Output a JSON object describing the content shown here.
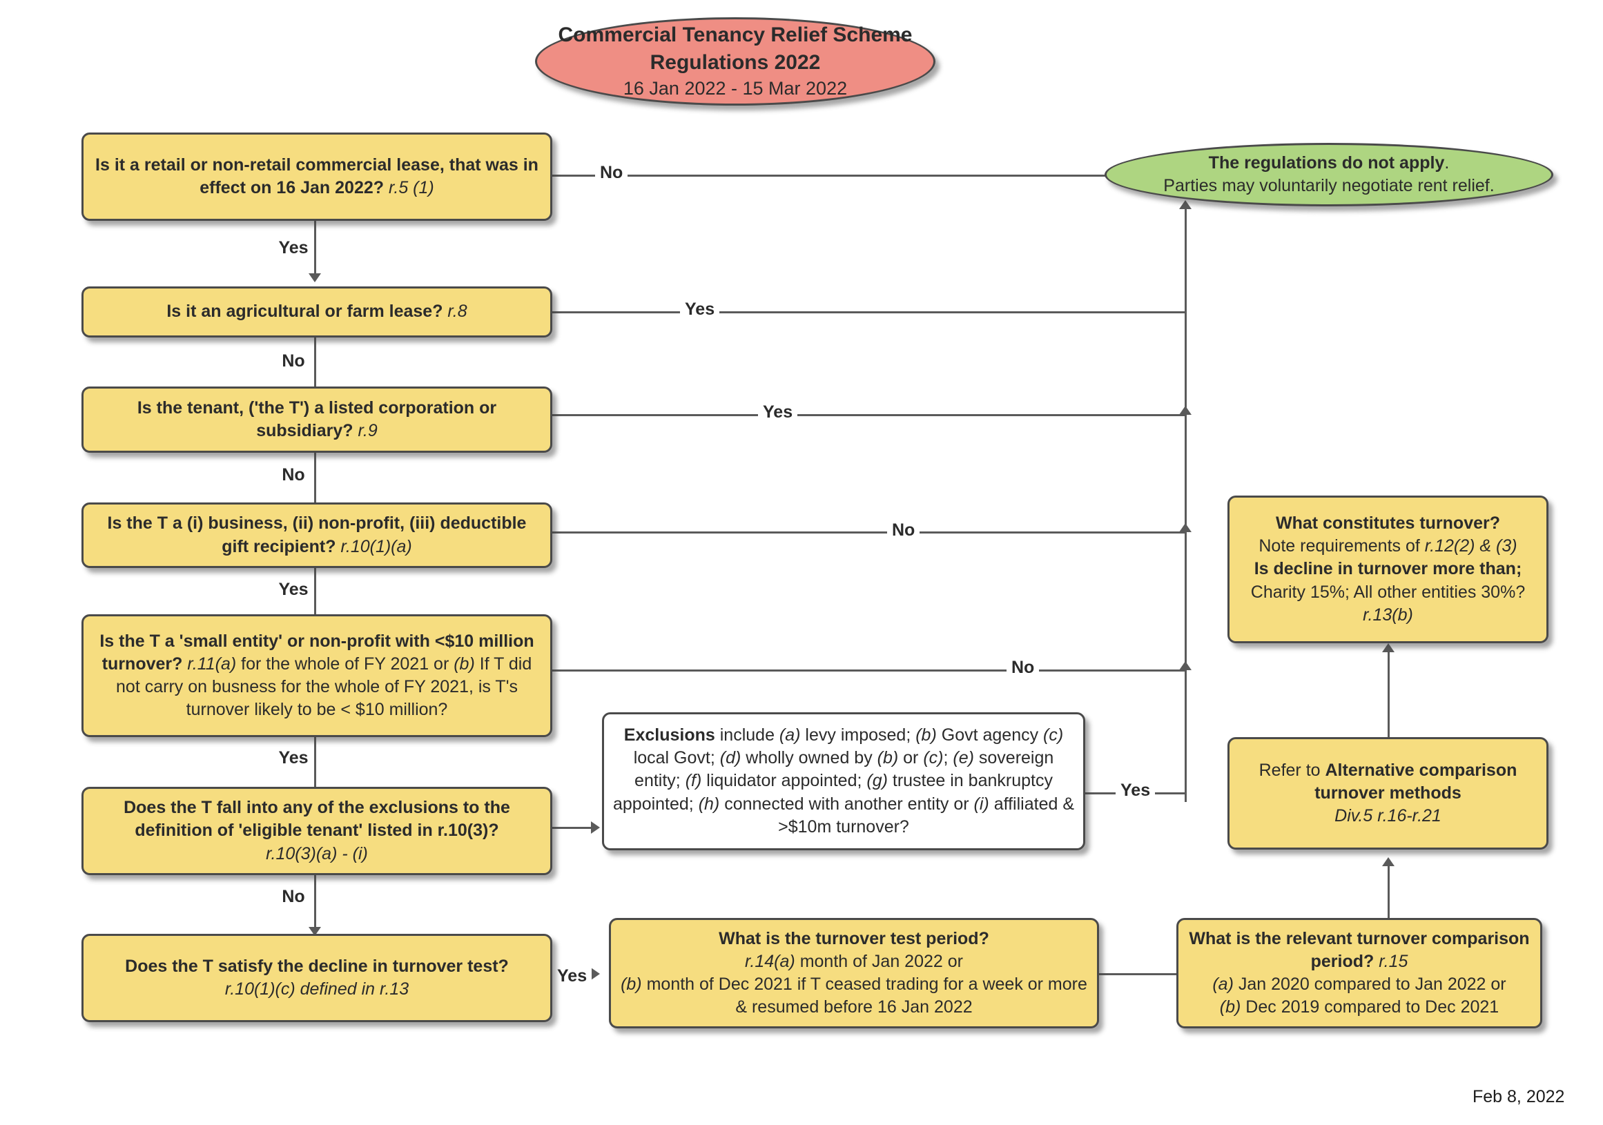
{
  "diagram": {
    "title_node": {
      "line1": "Commercial Tenancy Relief Scheme",
      "line2": "Regulations 2022",
      "line3": "16 Jan 2022 - 15 Mar 2022"
    },
    "footer_date": "Feb 8, 2022",
    "colors": {
      "title_fill": "#ef8e84",
      "decision_fill": "#f6dd80",
      "terminal_fill": "#aed581",
      "note_fill": "#ffffff",
      "border": "#4a4a4a",
      "edge": "#5a5a5a",
      "text": "#2b2b2b"
    },
    "nodes": {
      "q1": {
        "bold1": "Is it a retail or non-retail commercial lease, that was in effect on 16 Jan 2022?",
        "ital1": " r.5 (1)"
      },
      "q2": {
        "bold1": "Is it an agricultural or farm lease?",
        "ital1": " r.8"
      },
      "q3": {
        "bold1": "Is the tenant, ('the T') a listed corporation or subsidiary?",
        "ital1": " r.9"
      },
      "q4": {
        "bold1": "Is the T a (i) business, (ii) non-profit, (iii) deductible gift recipient?",
        "ital1": " r.10(1)(a)"
      },
      "q5": {
        "bold1": "Is the T a 'small entity' or non-profit with <$10 million turnover?",
        "ital1": " r.11(a)",
        "plain1": " for the whole of FY 2021 or ",
        "ital2": "(b)",
        "plain2": " If T did not carry on busness for the whole of FY 2021, is T's turnover likely to be < $10 million?"
      },
      "q6": {
        "bold1": "Does the T fall into any of the exclusions to the definition of 'eligible tenant' listed in r.10(3)?",
        "ital1": "r.10(3)(a) - (i)"
      },
      "q7": {
        "bold1": "Does the T satisfy the decline in turnover test?",
        "ital1": "r.10(1)(c) defined in r.13"
      },
      "exclusions": {
        "bold1": "Exclusions",
        "plain1": " include ",
        "ital_a": "(a)",
        "p_a": " levy imposed; ",
        "ital_b": "(b)",
        "p_b": " Govt agency ",
        "ital_c": "(c)",
        "p_c": " local Govt; ",
        "ital_d": "(d)",
        "p_d": " wholly owned by ",
        "ital_b2": "(b)",
        "p_b2": " or ",
        "ital_c2": "(c)",
        "p_c2": "; ",
        "ital_e": "(e)",
        "p_e": " sovereign entity; ",
        "ital_f": "(f)",
        "p_f": " liquidator appointed; ",
        "ital_g": "(g)",
        "p_g": " trustee in bankruptcy appointed; ",
        "ital_h": "(h)",
        "p_h": " connected with another entity or ",
        "ital_i": "(i)",
        "p_i": " affiliated & >$10m turnover?"
      },
      "terminal": {
        "bold1": "The regulations do not apply",
        "plain1": ".",
        "line2": "Parties may voluntarily negotiate rent relief."
      },
      "turnover_def": {
        "bold1": "What constitutes turnover?",
        "plain1": "Note requirements of ",
        "ital1": "r.12(2) & (3)",
        "bold2": "Is decline in turnover more than;",
        "plain2": " Charity 15%; All other entities 30%? ",
        "ital2": "r.13(b)"
      },
      "alt_methods": {
        "plain1": "Refer to ",
        "bold1": "Alternative comparison turnover methods",
        "ital1": "Div.5 r.16-r.21"
      },
      "test_period": {
        "bold1": "What is the turnover test period?",
        "ital1": "r.14(a)",
        "plain1": " month of Jan 2022 or",
        "ital2": "(b)",
        "plain2": " month of Dec 2021 if T ceased trading for a week or more & resumed before 16 Jan 2022"
      },
      "comparison_period": {
        "bold1": "What is the relevant turnover comparison period?",
        "ital1": " r.15",
        "ital_a": "(a)",
        "p_a": " Jan 2020 compared to Jan 2022 or",
        "ital_b": "(b)",
        "p_b": " Dec 2019 compared to Dec 2021"
      }
    },
    "edge_labels": {
      "q1_no": "No",
      "q1_yes": "Yes",
      "q2_yes": "Yes",
      "q2_no": "No",
      "q3_yes": "Yes",
      "q3_no": "No",
      "q4_no": "No",
      "q4_yes": "Yes",
      "q5_no": "No",
      "q5_yes": "Yes",
      "q6_no": "No",
      "exclusions_yes": "Yes",
      "q7_yes": "Yes"
    }
  }
}
